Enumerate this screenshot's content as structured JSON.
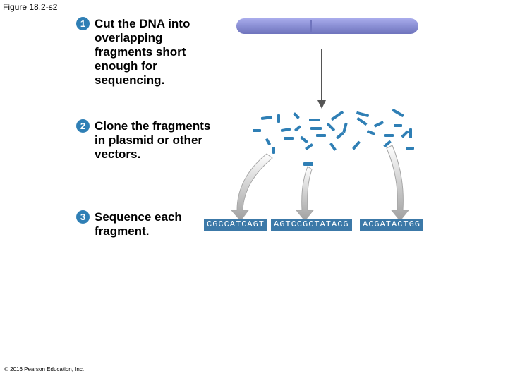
{
  "figure": {
    "title": "Figure 18.2-s2"
  },
  "steps": [
    {
      "number": "1",
      "text": "Cut the DNA into overlapping fragments short enough for sequencing."
    },
    {
      "number": "2",
      "text": "Clone the fragments in plasmid or other vectors."
    },
    {
      "number": "3",
      "text": "Sequence each fragment."
    }
  ],
  "sequences": [
    "CGCCATCAGT",
    "AGTCCGCTATACG",
    "ACGATACTGG"
  ],
  "colors": {
    "chromosome": "#8a8fd4",
    "fragment": "#2f7fb5",
    "badge": "#2f7fb5",
    "arrow": "#a8a8a8",
    "sequence_bg": "#3c79a8"
  },
  "footer": {
    "copyright": "© 2016 Pearson Education, Inc."
  }
}
